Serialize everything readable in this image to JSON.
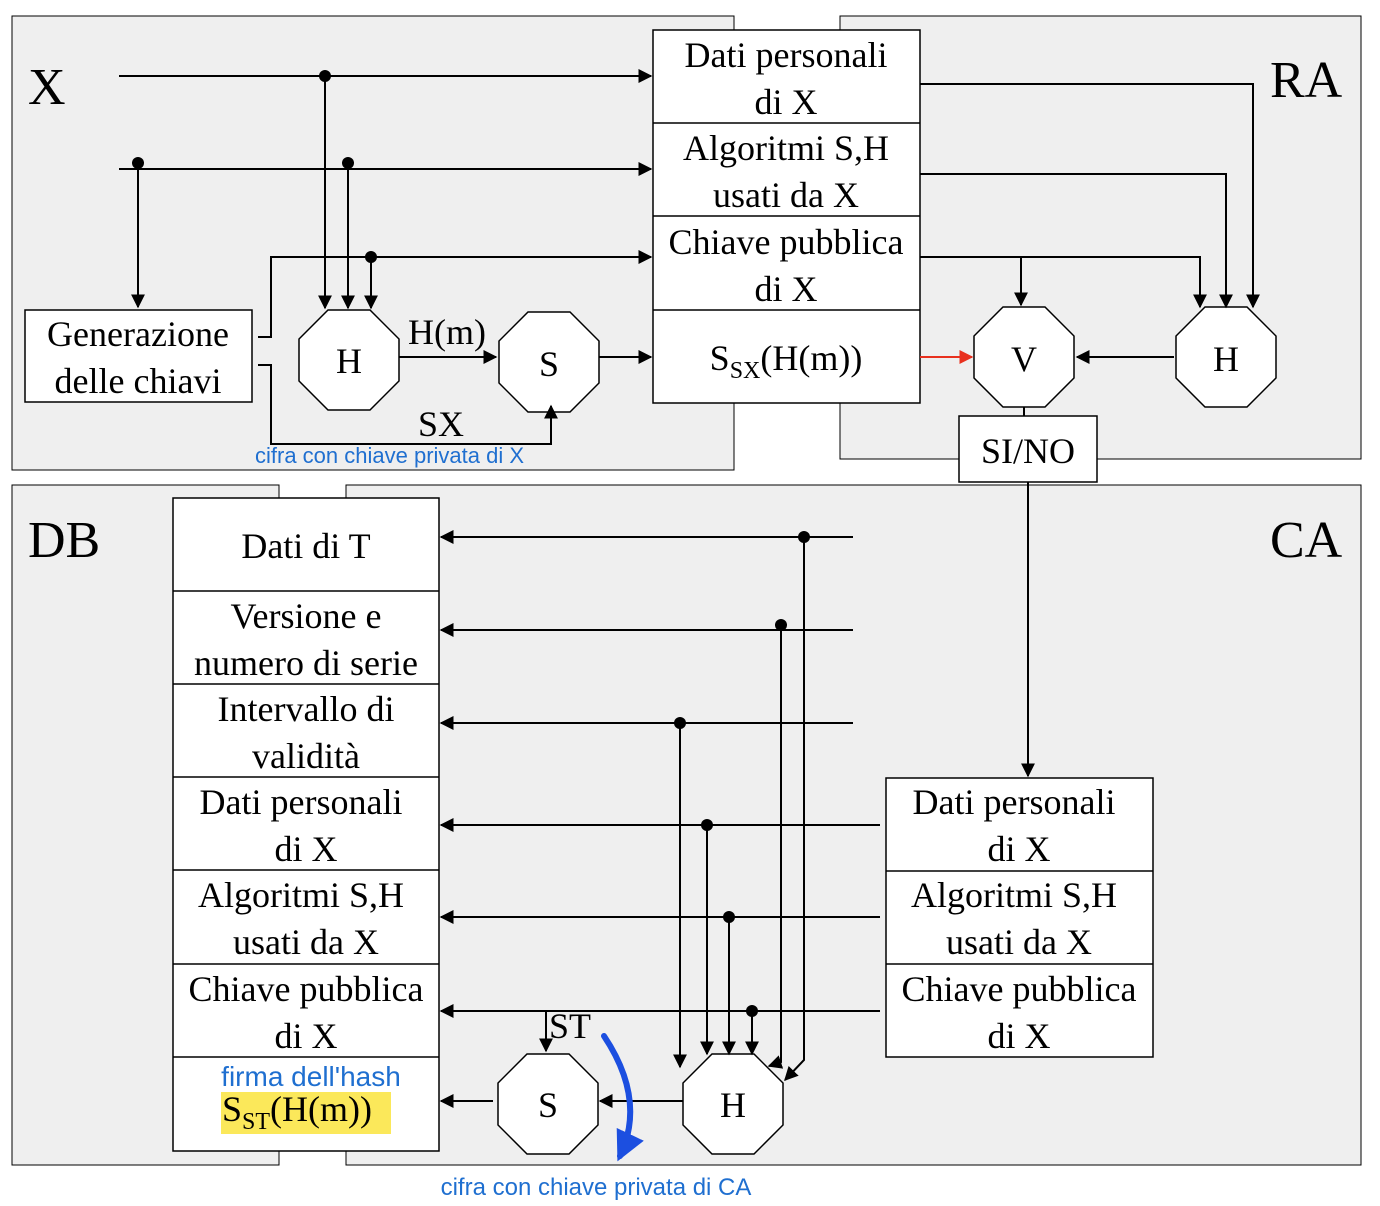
{
  "regions": {
    "x": "X",
    "ra": "RA",
    "db": "DB",
    "ca": "CA"
  },
  "ra_record": {
    "personal_l1": "Dati personali",
    "personal_l2": "di X",
    "algo_l1": "Algoritmi S,H",
    "algo_l2": "usati da X",
    "pubkey_l1": "Chiave pubblica",
    "pubkey_l2": "di X",
    "sig_main": "S",
    "sig_sub": "SX",
    "sig_rest": "(H(m))"
  },
  "keygen": {
    "l1": "Generazione",
    "l2": "delle chiavi"
  },
  "nodes": {
    "h": "H",
    "s": "S",
    "v": "V",
    "sino": "SI/NO"
  },
  "labels": {
    "hm": "H(m)",
    "sx": "SX",
    "st": "ST"
  },
  "annotations": {
    "sign_x": "cifra con chiave privata di X",
    "hash_sig": "firma dell'hash",
    "sign_ca": "cifra con chiave privata di CA"
  },
  "db_record": {
    "dati_t": "Dati di T",
    "version_l1": "Versione e",
    "version_l2": "numero di serie",
    "validity_l1": "Intervallo di",
    "validity_l2": "validità",
    "personal_l1": "Dati personali",
    "personal_l2": "di X",
    "algo_l1": "Algoritmi S,H",
    "algo_l2": "usati da X",
    "pubkey_l1": "Chiave pubblica",
    "pubkey_l2": "di X",
    "sig_main": "S",
    "sig_sub": "ST",
    "sig_rest": "(H(m))"
  },
  "ca_record": {
    "personal_l1": "Dati personali",
    "personal_l2": "di X",
    "algo_l1": "Algoritmi S,H",
    "algo_l2": "usati da X",
    "pubkey_l1": "Chiave pubblica",
    "pubkey_l2": "di X"
  },
  "colors": {
    "panel": "#efefef",
    "ink": "#000000",
    "annotation": "#1f6fd0",
    "highlight": "#fbe85a",
    "red_arrow": "#e8301e",
    "blue_arrow": "#1c4fe0"
  }
}
